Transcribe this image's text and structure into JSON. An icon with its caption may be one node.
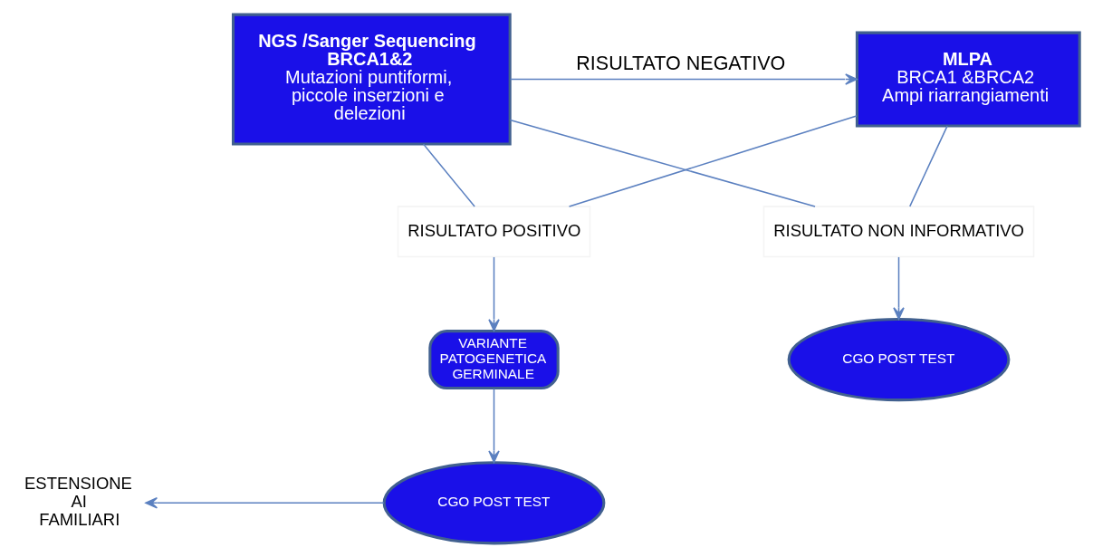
{
  "diagram": {
    "nodes": [
      {
        "text": [
          "NGS /Sanger Sequencing BRCA1&2",
          "Mutazioni puntiformi, piccole inserzioni e delezioni"
        ]
      },
      {
        "text": [
          "MLPA",
          "BRCA1 &BRCA2",
          "Ampi riarrangiamenti"
        ]
      },
      {
        "text": [
          "RISULTATO POSITIVO"
        ]
      },
      {
        "text": [
          "RISULTATO NON INFORMATIVO"
        ]
      },
      {
        "text": [
          "VARIANTE PATOGENETICA GERMINALE"
        ]
      },
      {
        "text": [
          "CGO POST TEST"
        ]
      },
      {
        "text": [
          "CGO POST TEST"
        ]
      },
      {
        "text": [
          "ESTENSIONE AI FAMILIARI"
        ]
      }
    ],
    "edges": [
      {
        "from": 0,
        "to": 1,
        "arrow": "to",
        "label": "RISULTATO NEGATIVO"
      },
      {
        "from": 0,
        "to": 2,
        "arrow": "none"
      },
      {
        "from": 0,
        "to": 3,
        "arrow": "none"
      },
      {
        "from": 1,
        "to": 2,
        "arrow": "none"
      },
      {
        "from": 1,
        "to": 3,
        "arrow": "none"
      },
      {
        "from": 2,
        "to": 4,
        "arrow": "to"
      },
      {
        "from": 3,
        "to": 6,
        "arrow": "to"
      },
      {
        "from": 4,
        "to": 5,
        "arrow": "to"
      },
      {
        "from": 5,
        "to": 7,
        "arrow": "to"
      }
    ]
  }
}
